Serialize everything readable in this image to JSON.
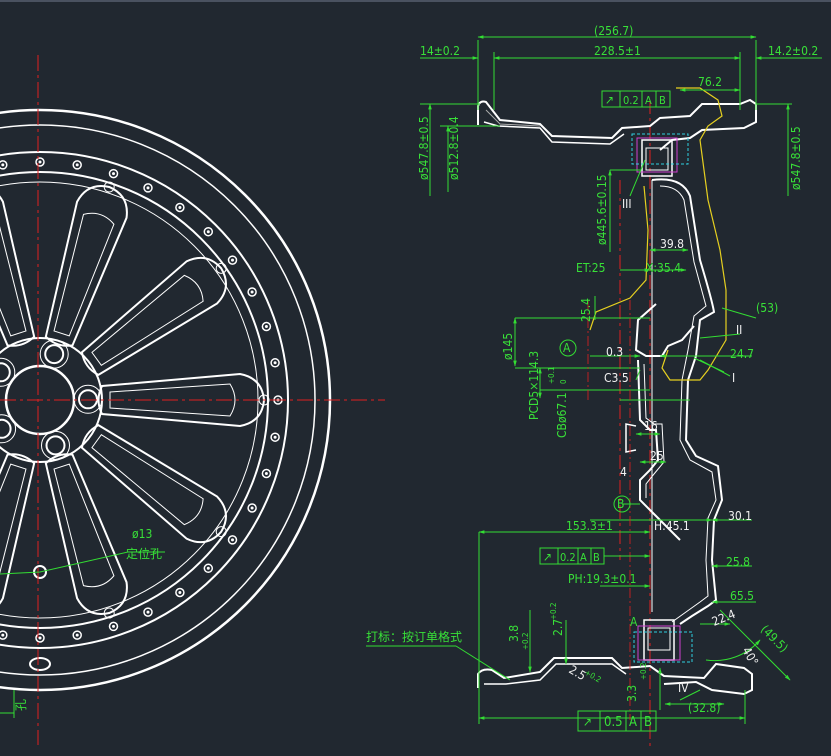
{
  "colors": {
    "background": "#212830",
    "outline": "#ffffff",
    "dimension": "#33dd33",
    "centerline": "#e02020",
    "yellow": "#e6d020",
    "magenta": "#d040d0",
    "cyan": "#30d0e0"
  },
  "front_view": {
    "locating_hole": "ø13",
    "locating_hole_label": "定位孔",
    "edge_label": "孔"
  },
  "section": {
    "overall_width": "(256.7)",
    "left_flange": "14±0.2",
    "inner_width": "228.5±1",
    "right_flange": "14.2±0.2",
    "offset_76": "76.2",
    "flange_dia_left": "ø547.8±0.5",
    "bead_seat_dia": "ø512.8±0.4",
    "bead_dia_2": "ø445.6±0.15",
    "flange_dia_right": "ø547.8±0.5",
    "dim_39_8": "39.8",
    "et": "ET:25",
    "x_dim": "X:35.4",
    "dim_25_4": "25.4",
    "dim_53": "(53)",
    "center_bore": "ø145",
    "pcd": "PCD5×114.3",
    "cb": "CBø67.1",
    "cb_tol_upper": "+0.1",
    "cb_tol_lower": "0",
    "datum_a": "A",
    "datum_b": "B",
    "dim_0_3": "0.3",
    "chamfer": "C3.5",
    "dim_24_7": "24.7",
    "roman_1": "I",
    "roman_2": "II",
    "roman_3": "III",
    "roman_4": "IV",
    "dim_16": "16",
    "dim_25": "25",
    "dim_4": "4",
    "dim_153": "153.3±1",
    "h_dim": "H:45.1",
    "dim_30_1": "30.1",
    "dim_25_8": "25.8",
    "ph": "PH:19.3±0.1",
    "dim_65_5": "65.5",
    "dim_22_4": "22.4",
    "dim_49_5": "(49.5)",
    "angle_40": "40°",
    "dim_32_8": "(32.8)",
    "dim_3_8": "3.8",
    "dim_2_7": "2.7",
    "dim_2_5": "2.5",
    "dim_3_3": "3.3",
    "tol_plus_02": "+0.2",
    "tol_zero": "0",
    "marking_note": "打标：按订单格式",
    "fcf_top": [
      "0.2",
      "A",
      "B"
    ],
    "fcf_mid": [
      "0.2",
      "A",
      "B"
    ],
    "fcf_bottom": [
      "0.5",
      "A",
      "B"
    ],
    "runout_symbol": "↗"
  }
}
